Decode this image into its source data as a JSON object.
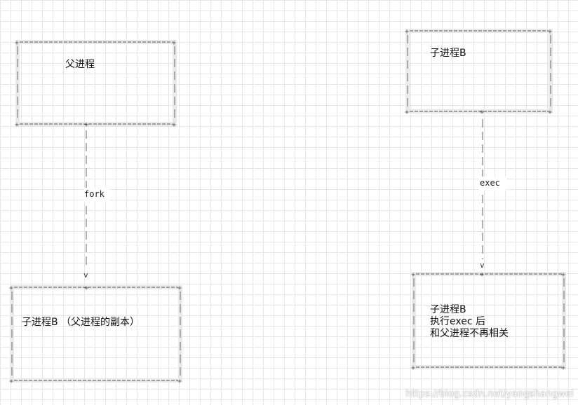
{
  "boxes": {
    "parent": {
      "label": "父进程"
    },
    "child_top_right": {
      "label": "子进程B"
    },
    "child_bottom_left": {
      "label": "子进程B （父进程的副本）"
    },
    "child_bottom_right": {
      "line1": "子进程B",
      "line2": "执行exec 后",
      "line3": "和父进程不再相关"
    }
  },
  "edges": {
    "fork": {
      "label": "fork",
      "arrow": "v"
    },
    "exec": {
      "label": "exec",
      "arrow": "v"
    }
  },
  "watermark": "https://blog.csdn.net/yangshangwei",
  "colors": {
    "border": "#e9e9e9",
    "grid": "#e6e6e6",
    "dash": "#888888"
  }
}
